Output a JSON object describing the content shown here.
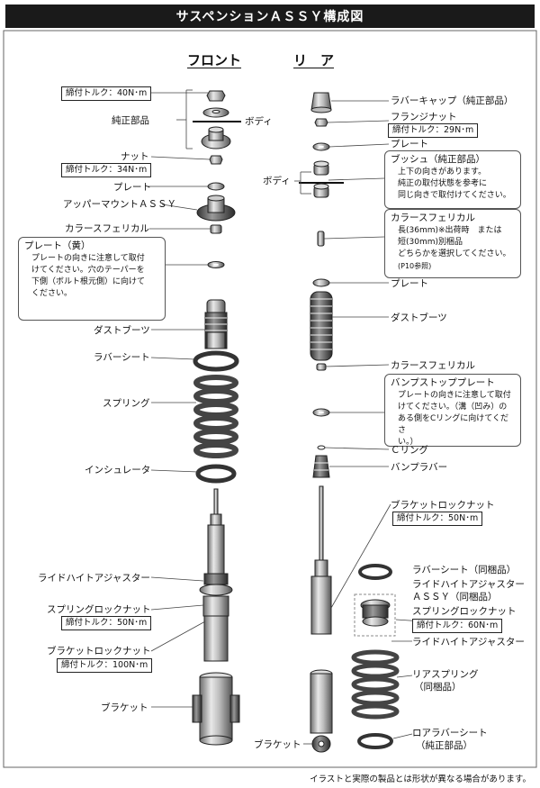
{
  "title": "サスペンションＡＳＳＹ構成図",
  "headers": {
    "front": "フロント",
    "rear": "リ　ア"
  },
  "front": {
    "torque_top": "締付トルク：40N･m",
    "genuine_parts": "純正部品",
    "body": "ボディ",
    "nut": "ナット",
    "torque_nut": "締付トルク：34N･m",
    "plate": "プレート",
    "upper_mount": "アッパーマウントＡＳＳＹ",
    "collar_spherical": "カラースフェリカル",
    "note_plate": {
      "title": "プレート（黄）",
      "body": "プレートの向きに注意して取付\nけてください。穴のテーパーを\n下側（ボルト根元側）に向けて\nください。"
    },
    "dust_boot": "ダストブーツ",
    "rubber_seat": "ラバーシート",
    "spring": "スプリング",
    "insulator": "インシュレータ",
    "ride_height_adjuster": "ライドハイトアジャスター",
    "spring_lock_nut": "スプリングロックナット",
    "torque_spring_lock": "締付トルク：50N･m",
    "bracket_lock_nut": "ブラケットロックナット",
    "torque_bracket_lock": "締付トルク：100N･m",
    "bracket": "ブラケット"
  },
  "rear": {
    "rubber_cap": "ラバーキャップ（純正部品）",
    "flange_nut": "フランジナット",
    "torque_flange": "締付トルク：29N･m",
    "plate_top": "プレート",
    "body": "ボディ",
    "note_bush": {
      "title": "ブッシュ（純正部品）",
      "body": "上下の向きがあります。\n純正の取付状態を参考に\n同じ向きで取付けてください。"
    },
    "note_collar": {
      "title": "カラースフェリカル",
      "body": "長(36mm)※出荷時　または\n短(30mm)別梱品\nどちらかを選択してください。",
      "ref": "(P10参照)"
    },
    "plate": "プレート",
    "dust_boot": "ダストブーツ",
    "collar_spherical": "カラースフェリカル",
    "note_bump": {
      "title": "バンプストッププレート",
      "body": "プレートの向きに注意して取付\nけてください。（溝（凹み）の\nある側をCリングに向けてくださ\nい。）"
    },
    "c_ring": "Ｃリング",
    "bump_rubber": "バンプラバー",
    "bracket_lock_nut": "ブラケットロックナット",
    "torque_bracket_lock": "締付トルク：50N･m",
    "rubber_seat": "ラバーシート（同梱品）",
    "ride_height_assy": "ライドハイトアジャスター",
    "ride_height_assy2": "ＡＳＳＹ（同梱品）",
    "spring_lock_nut": "スプリングロックナット",
    "torque_spring_lock": "締付トルク：60N･m",
    "ride_height_adjuster": "ライドハイトアジャスター",
    "rear_spring": "リアスプリング",
    "rear_spring2": "（同梱品）",
    "bracket": "ブラケット",
    "lower_rubber_seat": "ロアラバーシート",
    "lower_rubber_seat2": "（純正部品）"
  },
  "footer": "イラストと実際の製品とは形状が異なる場合があります。"
}
